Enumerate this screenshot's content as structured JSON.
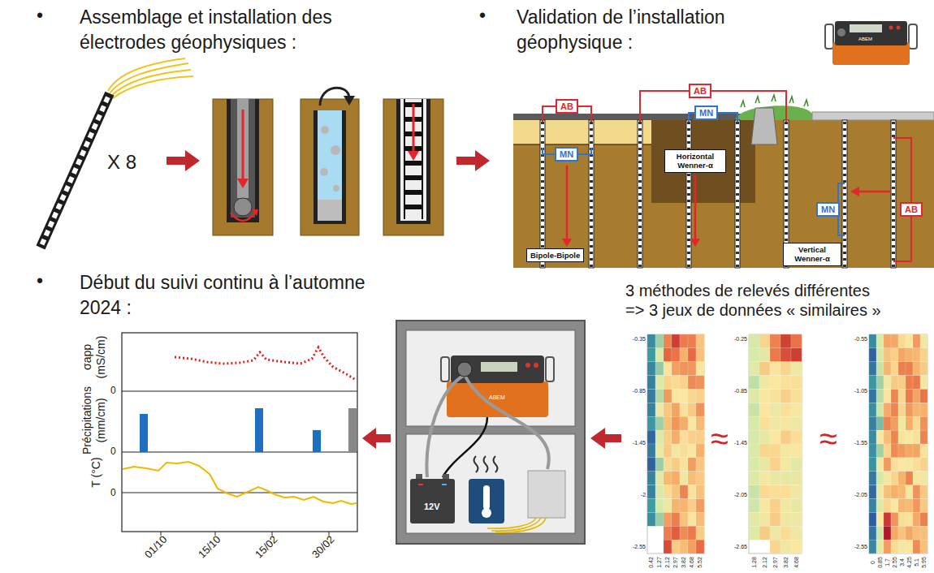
{
  "diagram": {
    "nodes": [
      {
        "text": [
          "AB"
        ]
      },
      {
        "text": [
          "MN"
        ]
      },
      {
        "text": [
          "Bipole-Bipole"
        ]
      },
      {
        "text": [
          "AB"
        ]
      },
      {
        "text": [
          "MN"
        ]
      },
      {
        "text": [
          "Horizontal Wenner-α"
        ]
      },
      {
        "text": [
          "MN"
        ]
      },
      {
        "text": [
          "AB"
        ]
      },
      {
        "text": [
          "Vertical Wenner-α"
        ]
      }
    ],
    "labels": [
      "•",
      "Assemblage et installation des électrodes géophysiques :",
      "X 8",
      "•",
      "Validation de l’installation géophysique :",
      "ABEM",
      "•",
      "Début du suivi continu à l’automne 2024 :",
      "3 méthodes de relevés différentes => 3 jeux de données « similaires »",
      "σapp (mS/cm)",
      "0",
      "Précipitations (mm/cm)",
      "0",
      "T (°C)",
      "0",
      "01/10",
      "15/10",
      "15/02",
      "30/02",
      "ABEM",
      "12V",
      "≈",
      "≈",
      "-0.35",
      "-0.85",
      "-1.45",
      "-2",
      "-2.55",
      "0.42",
      "1.27",
      "2.12",
      "2.97",
      "3.82",
      "4.68",
      "5.52",
      "-0.25",
      "-0.85",
      "-1.45",
      "-2.05",
      "-2.65",
      "1.28",
      "2.12",
      "2.97",
      "3.82",
      "4.68",
      "-0.55",
      "-1.05",
      "-1.55",
      "-2.05",
      "-2.55",
      "0",
      "0.85",
      "1.7",
      "2.55",
      "3.4",
      "4.25",
      "5.1",
      "5.95"
    ]
  }
}
